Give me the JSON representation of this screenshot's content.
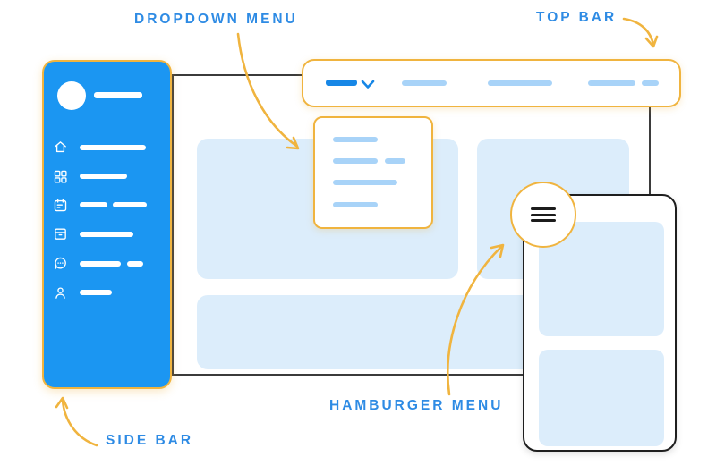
{
  "illustration_title": "UI components illustration",
  "labels": {
    "dropdown_menu": "DROPDOWN MENU",
    "top_bar": "TOP BAR",
    "side_bar": "SIDE BAR",
    "hamburger_menu": "HAMBURGER MENU"
  },
  "colors": {
    "primary_blue": "#1B96F2",
    "accent_blue": "#1787E6",
    "light_blue": "#A8D3F8",
    "pale_blue": "#DCEDFB",
    "label_blue": "#2E8BE4",
    "annotation_yellow": "#F0B43F",
    "outline_dark": "#3B3B3B"
  },
  "icons": {
    "sidebar_menu": [
      "home-icon",
      "dashboard-icon",
      "calendar-icon",
      "archive-icon",
      "chat-icon",
      "user-icon"
    ],
    "topbar": [
      "chevron-down-icon"
    ],
    "mobile": [
      "hamburger-icon"
    ]
  },
  "structure": {
    "sidebar_menu_item_count": 6,
    "topbar_nav_item_count": 4,
    "dropdown_row_count": 4,
    "content_card_count": 3,
    "mobile_block_count": 2
  }
}
